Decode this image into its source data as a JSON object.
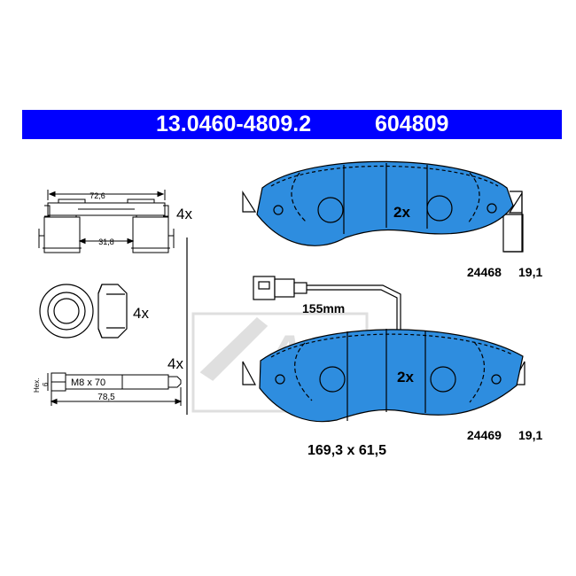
{
  "header": {
    "part_number": "13.0460-4809.2",
    "reference": "604809"
  },
  "colors": {
    "header_bg": "#0000ff",
    "pad_blue": "#2e8ddf",
    "line": "#000000"
  },
  "clips": {
    "width_dim": "72,6",
    "inner_dim": "31,8",
    "qty": "4x"
  },
  "caps": {
    "qty": "4x"
  },
  "bolt": {
    "qty": "4x",
    "hex_label": "Hex.",
    "hex_size": "6",
    "thread": "M8 x 70",
    "length": "78,5"
  },
  "pad_top": {
    "qty": "2x",
    "code": "24468",
    "thickness": "19,1"
  },
  "sensor": {
    "length": "155mm"
  },
  "pad_bottom": {
    "qty": "2x",
    "code": "24469",
    "thickness": "19,1"
  },
  "dimensions": "169,3 x 61,5",
  "watermark": {
    "logo": "Ate"
  }
}
